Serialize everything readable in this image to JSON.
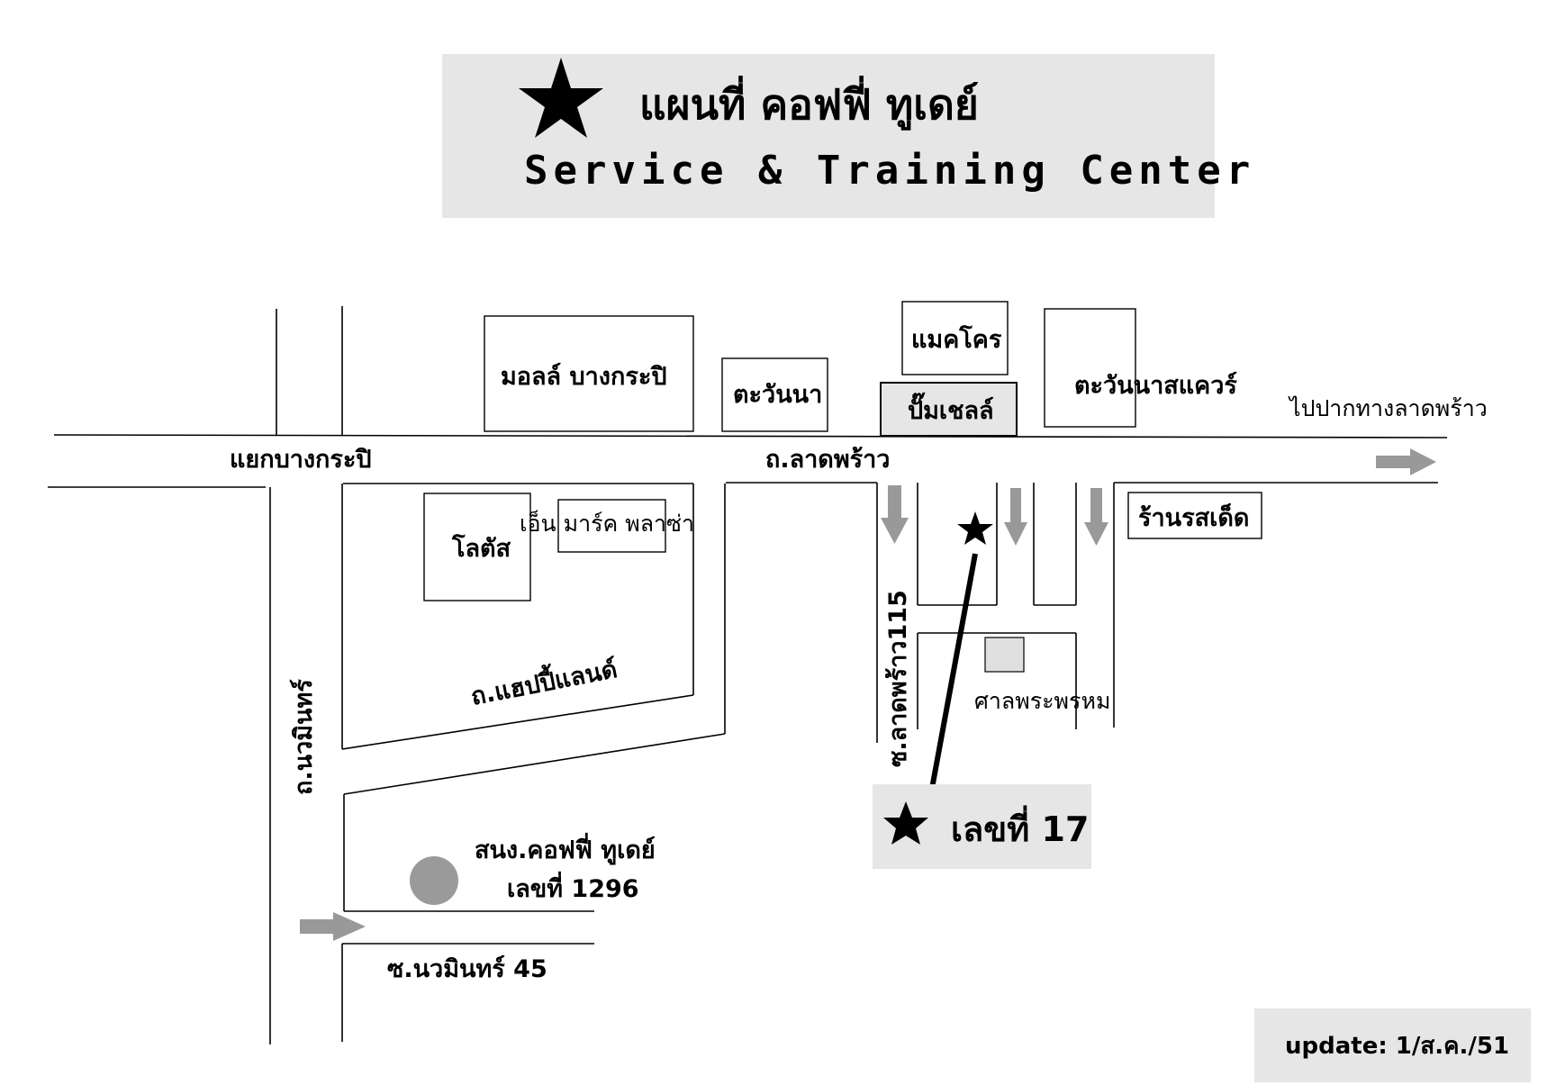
{
  "title": {
    "thai": "แผนที่ คอฟฟี่ ทูเดย์",
    "english": "Service & Training Center",
    "marker_icon": "star-icon"
  },
  "landmarks": {
    "mall": "มอลล์ บางกระปิ",
    "tawanna": "ตะวันนา",
    "makro": "แมคโคร",
    "gas_station": "ปั๊มเชลล์",
    "tawanna_square": "ตะวันนาสแควร์",
    "lotus": "โลตัส",
    "n_mark_plaza": "เอ็น มาร์ค พลาซ่า",
    "ros_det": "ร้านรสเด็ด",
    "shrine": "ศาลพระพรหม"
  },
  "roads": {
    "to_lat_phrao": "ไปปากทางลาดพร้าว",
    "bang_kapi_junction": "แยกบางกระปิ",
    "lat_phrao_road": "ถ.ลาดพร้าว",
    "happy_land_road": "ถ.แฮปปี้แลนด์",
    "nawamin_road": "ถ.นวมินทร์",
    "soi_lat_phrao_115": "ซ.ลาดพร้าว115",
    "soi_nawamin_45": "ซ.นวมินทร์ 45"
  },
  "destination": {
    "label": "เลขที่ 17"
  },
  "head_office": {
    "name": "สนง.คอฟฟี่ ทูเดย์",
    "number": "เลขที่ 1296"
  },
  "update": {
    "text": "update: 1/ส.ค./51"
  },
  "colors": {
    "panel": "#e6e6e6",
    "arrow": "#999999",
    "head_office_dot": "#9a9a9a",
    "shrine_box": "#e0e0e0"
  }
}
